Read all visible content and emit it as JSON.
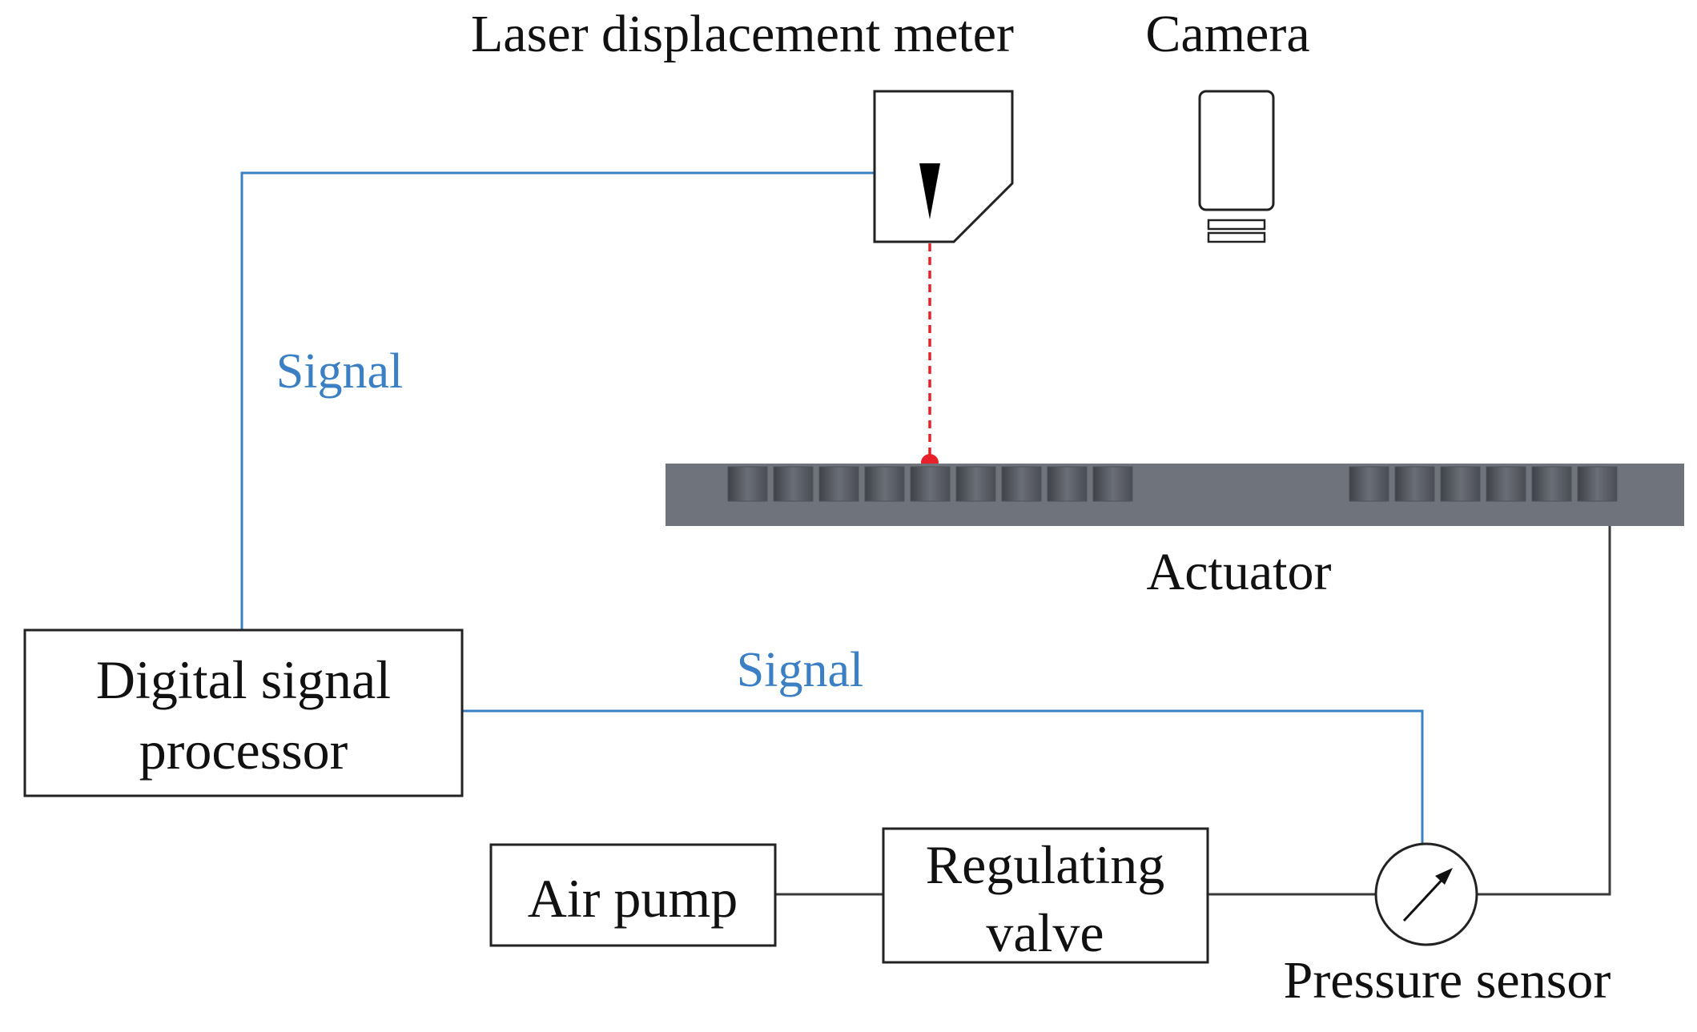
{
  "labels": {
    "laser_meter": "Laser displacement meter",
    "camera": "Camera",
    "signal_top": "Signal",
    "signal_mid": "Signal",
    "actuator": "Actuator",
    "dsp_line1": "Digital signal",
    "dsp_line2": "processor",
    "air_pump": "Air pump",
    "valve_line1": "Regulating",
    "valve_line2": "valve",
    "pressure_sensor": "Pressure sensor"
  },
  "colors": {
    "signal_line": "#3b7fc4",
    "air_line": "#3a3a3a",
    "laser_beam": "#e8202a",
    "actuator_body": "#6f737b",
    "actuator_cell": "#4f535a",
    "box_stroke": "#222222"
  },
  "actuator": {
    "left_cell_count": 9,
    "right_cell_count": 6
  }
}
